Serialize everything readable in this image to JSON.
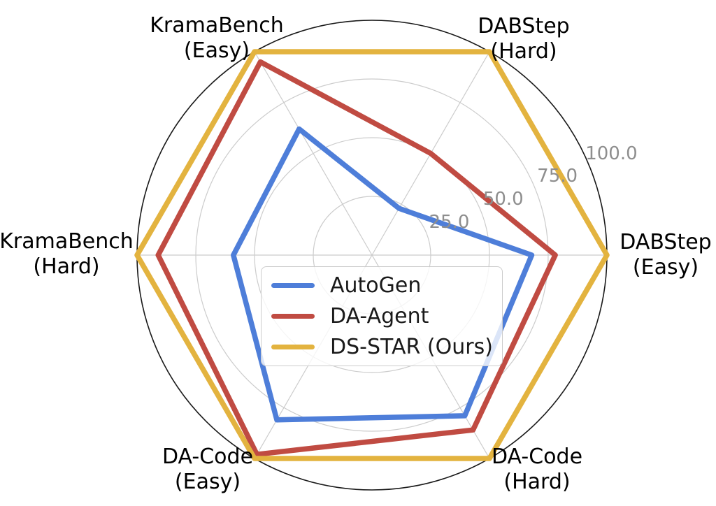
{
  "chart_data": {
    "type": "radar",
    "title": "",
    "r_axis": {
      "min": 0,
      "max": 100,
      "ticks": [
        25.0,
        50.0,
        75.0,
        100.0
      ],
      "tick_labels": [
        "25.0",
        "50.0",
        "75.0",
        "100.0"
      ],
      "grid": true
    },
    "axes": [
      {
        "label": "DABStep (Easy)",
        "line1": "DABStep",
        "line2": "(Easy)",
        "angle_deg": 0
      },
      {
        "label": "DABStep (Hard)",
        "line1": "DABStep",
        "line2": "(Hard)",
        "angle_deg": 60
      },
      {
        "label": "KramaBench (Easy)",
        "line1": "KramaBench",
        "line2": "(Easy)",
        "angle_deg": 120
      },
      {
        "label": "KramaBench (Hard)",
        "line1": "KramaBench",
        "line2": "(Hard)",
        "angle_deg": 180
      },
      {
        "label": "DA-Code (Easy)",
        "line1": "DA-Code",
        "line2": "(Easy)",
        "angle_deg": 240
      },
      {
        "label": "DA-Code (Hard)",
        "line1": "DA-Code",
        "line2": "(Hard)",
        "angle_deg": 300
      }
    ],
    "series": [
      {
        "name": "AutoGen",
        "color": "#4e7ed9",
        "values": [
          68,
          23,
          62,
          59,
          81,
          79
        ]
      },
      {
        "name": "DA-Agent",
        "color": "#c04b42",
        "values": [
          78,
          50,
          95,
          91,
          98,
          86
        ]
      },
      {
        "name": "DS-STAR (Ours)",
        "color": "#e3b33f",
        "values": [
          100,
          100,
          100,
          100,
          100,
          100
        ]
      }
    ],
    "legend": {
      "position": "center",
      "entries": [
        "AutoGen",
        "DA-Agent",
        "DS-STAR (Ours)"
      ]
    },
    "colors": {
      "grid": "#cccccc",
      "spine": "#1a1a1a",
      "tick_label": "#8e8e8e"
    }
  }
}
